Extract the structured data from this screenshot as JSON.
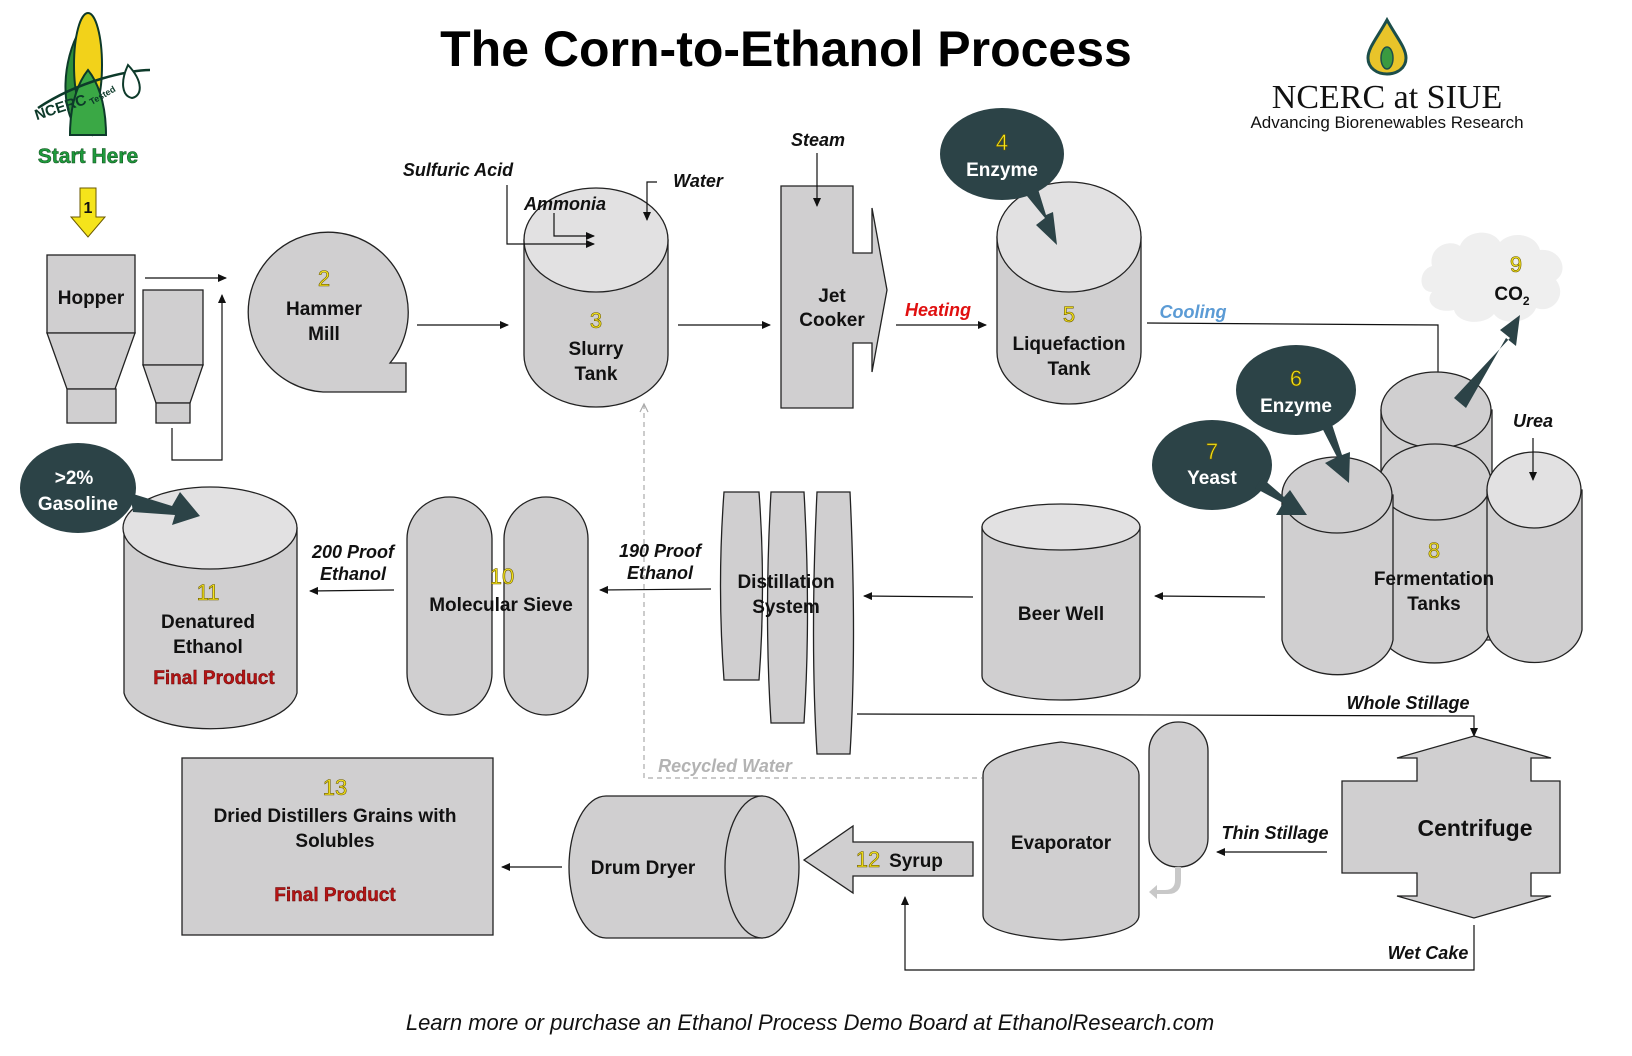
{
  "header": {
    "title": "The Corn-to-Ethanol Process",
    "org_name": "NCERC at SIUE",
    "org_tagline": "Advancing Biorenewables Research",
    "logo_text": "NCERC",
    "logo_subtext": "Tested",
    "start_label": "Start Here"
  },
  "steps": {
    "s1": {
      "num": "1"
    },
    "s2": {
      "num": "2",
      "line1": "Hammer",
      "line2": "Mill"
    },
    "hopper": {
      "label": "Hopper"
    },
    "s3": {
      "num": "3",
      "line1": "Slurry",
      "line2": "Tank"
    },
    "jet": {
      "line1": "Jet",
      "line2": "Cooker"
    },
    "s4": {
      "num": "4",
      "label": "Enzyme"
    },
    "s5": {
      "num": "5",
      "line1": "Liquefaction",
      "line2": "Tank"
    },
    "s6": {
      "num": "6",
      "label": "Enzyme"
    },
    "s7": {
      "num": "7",
      "label": "Yeast"
    },
    "s8": {
      "num": "8",
      "line1": "Fermentation",
      "line2": "Tanks"
    },
    "s9": {
      "num": "9",
      "label": "CO",
      "sub": "2"
    },
    "s10": {
      "num": "10",
      "label": "Molecular  Sieve"
    },
    "s11": {
      "num": "11",
      "line1": "Denatured",
      "line2": "Ethanol",
      "final": "Final Product"
    },
    "gasoline": {
      "line1": ">2%",
      "line2": "Gasoline"
    },
    "beer": {
      "label": "Beer Well"
    },
    "distill": {
      "line1": "Distillation",
      "line2": "System"
    },
    "s12": {
      "num": "12",
      "label": "Syrup"
    },
    "evap": {
      "label": "Evaporator"
    },
    "centrifuge": {
      "label": "Centrifuge"
    },
    "dryer": {
      "label": "Drum Dryer"
    },
    "s13": {
      "num": "13",
      "line1": "Dried Distillers  Grains with",
      "line2": "Solubles",
      "final": "Final Product"
    }
  },
  "flow_labels": {
    "sulfuric_acid": "Sulfuric Acid",
    "ammonia": "Ammonia",
    "water": "Water",
    "steam": "Steam",
    "heating": "Heating",
    "cooling": "Cooling",
    "urea": "Urea",
    "proof200_l1": "200 Proof",
    "proof200_l2": "Ethanol",
    "proof190_l1": "190 Proof",
    "proof190_l2": "Ethanol",
    "recycled_water": "Recycled Water",
    "whole_stillage": "Whole Stillage",
    "thin_stillage": "Thin Stillage",
    "wet_cake": "Wet Cake"
  },
  "colors": {
    "heating": "#e01010",
    "cooling": "#5b9bd5",
    "bubble": "#2c4347",
    "step_number": "#f5e41b",
    "final_product": "#b51414",
    "start_here": "#1f9a3c",
    "equipment": "#d0cfd0"
  },
  "footer": {
    "text": "Learn more or purchase  an Ethanol Process Demo Board at EthanolResearch.com"
  }
}
